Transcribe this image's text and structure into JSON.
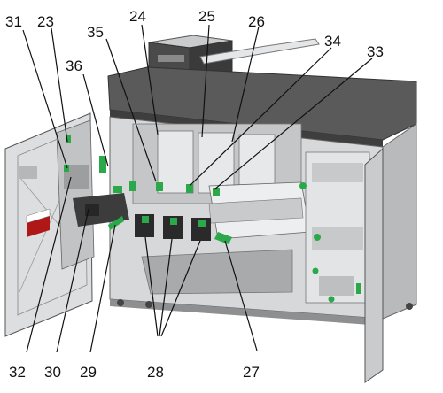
{
  "diagram": {
    "callouts": {
      "c23": "23",
      "c24": "24",
      "c25": "25",
      "c26": "26",
      "c27": "27",
      "c28": "28",
      "c29": "29",
      "c30": "30",
      "c31": "31",
      "c32": "32",
      "c33": "33",
      "c34": "34",
      "c35": "35",
      "c36": "36"
    },
    "colors": {
      "handle_green": "#2aa84a",
      "warning_red": "#b01818",
      "top_cover": "#5a5a5a",
      "body_grey": "#d6d8da",
      "dark_grey": "#3c3c3c"
    }
  }
}
